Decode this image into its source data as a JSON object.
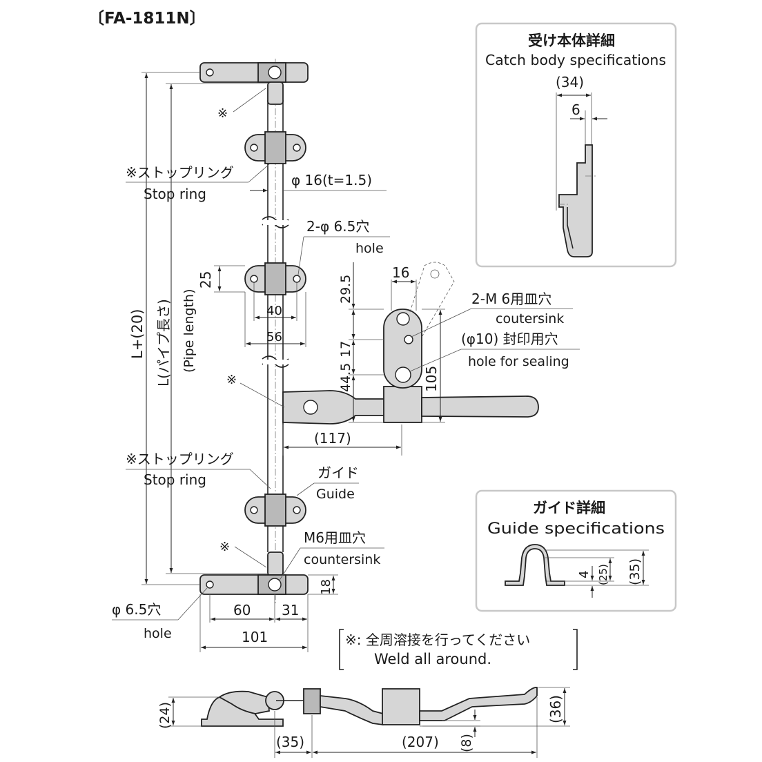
{
  "model": "〔FA-1811N〕",
  "labels": {
    "stop_ring_jp_top": "※ストップリング",
    "stop_ring_en_top": "Stop ring",
    "stop_ring_jp_bottom": "※ストップリング",
    "stop_ring_en_bottom": "Stop ring",
    "pipe_dia": "φ 16(t=1.5)",
    "hole_2_jp": "2-φ 6.5穴",
    "hole_2_en": "hole",
    "m6_2_jp": "2-M 6用皿穴",
    "m6_2_en": "coutersink",
    "seal_jp": "(φ10) 封印用穴",
    "seal_en": "hole for sealing",
    "guide_jp": "ガイド",
    "guide_en": "Guide",
    "m6_jp": "M6用皿穴",
    "m6_en": "countersink",
    "hole_jp": "φ 6.5穴",
    "hole_en": "hole",
    "length_total": "L+(20)",
    "length_pipe_jp": "L(パイプ長さ)",
    "length_pipe_en": "(Pipe length)",
    "asterisk": "※",
    "weld_jp": "※: 全周溶接を行ってください",
    "weld_en": "Weld all around."
  },
  "dims": {
    "d25": "25",
    "d40": "40",
    "d56": "56",
    "d16": "16",
    "d29_5": "29.5",
    "d17": "17",
    "d44_5": "44.5",
    "d105": "105",
    "d117": "(117)",
    "d18": "18",
    "d60": "60",
    "d31": "31",
    "d101": "101",
    "d24": "(24)",
    "d35": "(35)",
    "d207": "(207)",
    "d8": "(8)",
    "d36": "(36)"
  },
  "catch_panel": {
    "title_jp": "受け本体詳細",
    "title_en": "Catch body specifications",
    "d34": "(34)",
    "d6": "6"
  },
  "guide_panel": {
    "title_jp": "ガイド詳細",
    "title_en": "Guide specifications",
    "d4": "4",
    "d25": "(25)",
    "d35": "(35)"
  }
}
